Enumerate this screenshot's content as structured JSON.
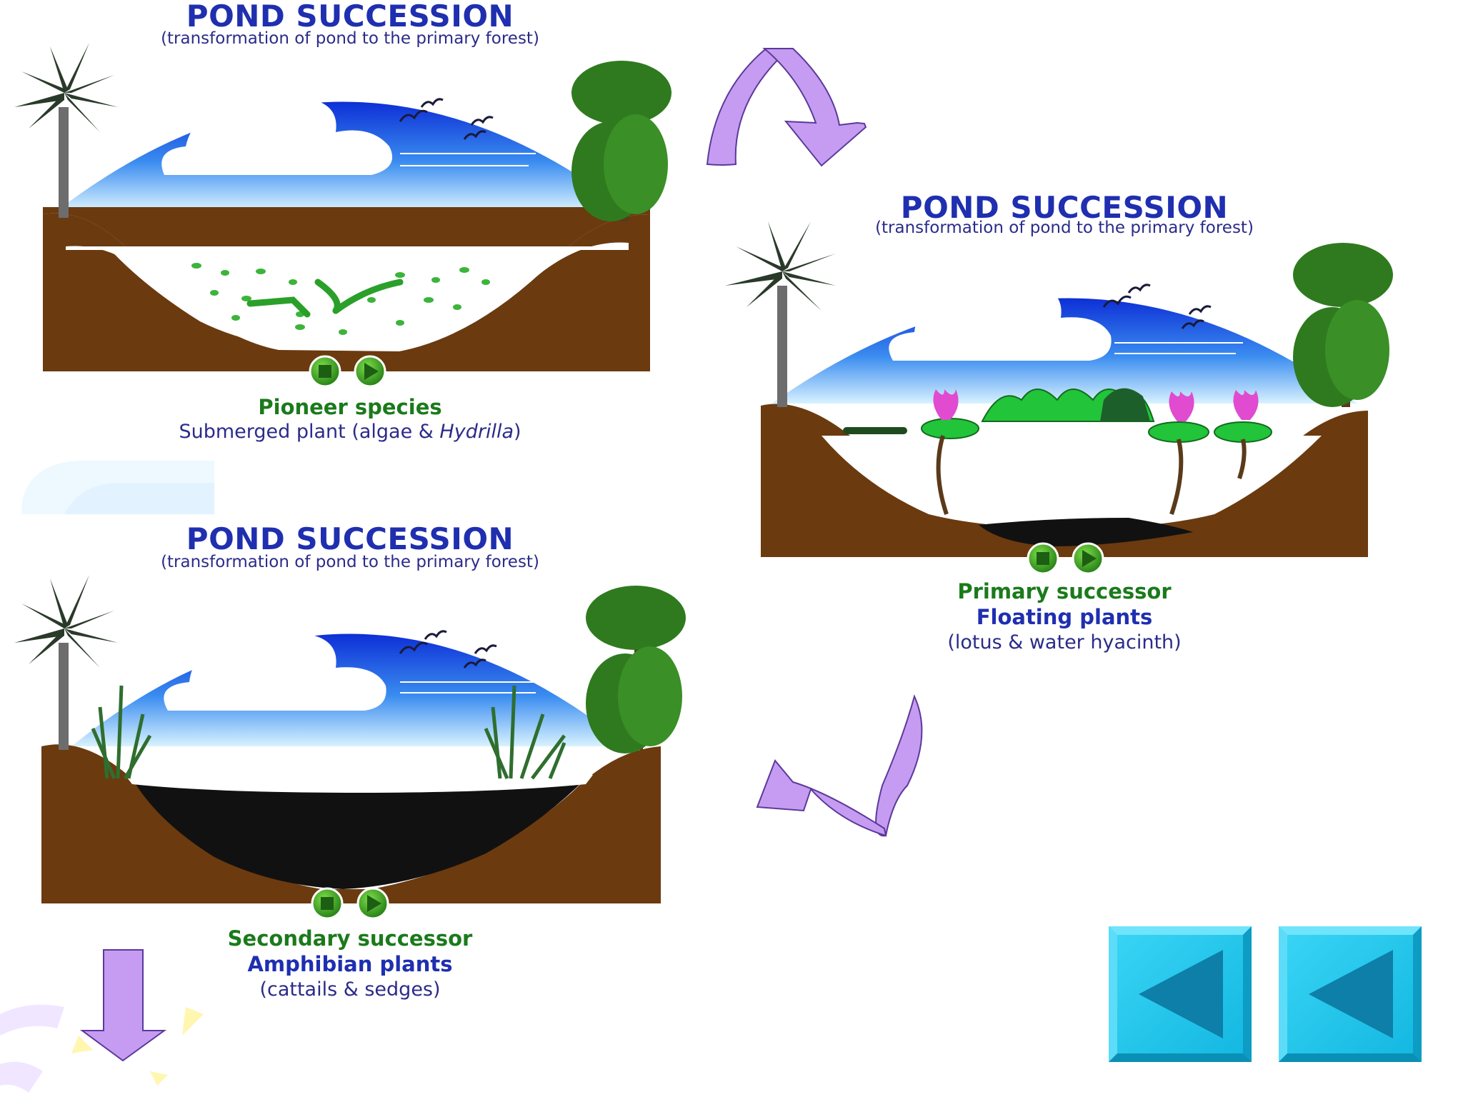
{
  "panels": [
    {
      "title": "POND SUCCESSION",
      "subtitle": "(transformation of pond to the primary forest)",
      "caption_line1": "Pioneer species",
      "caption_line2a": "Submerged plant (algae & ",
      "caption_line2b": "Hydrilla",
      "caption_line2c": ")"
    },
    {
      "title": "POND SUCCESSION",
      "subtitle": "(transformation of pond to the primary forest)",
      "caption_line1": "Primary successor",
      "caption_line2": "Floating plants",
      "caption_line3": "(lotus & water hyacinth)"
    },
    {
      "title": "POND SUCCESSION",
      "subtitle": "(transformation of pond to the primary forest)",
      "caption_line1": "Secondary successor",
      "caption_line2": "Amphibian plants",
      "caption_line3": "(cattails & sedges)"
    }
  ],
  "colors": {
    "title": "#1f2fb0",
    "caption_green": "#1b7a1b",
    "soil": "#6b3a0f",
    "sky_top": "#0d2fd6",
    "arrow_fill": "#c69cf2",
    "nav_button": "#19c8f0",
    "nav_arrow": "#0d7fa8"
  },
  "icons": [
    "stop-button-icon",
    "play-button-icon",
    "curved-arrow-icon",
    "down-arrow-icon",
    "back-arrow-icon"
  ]
}
